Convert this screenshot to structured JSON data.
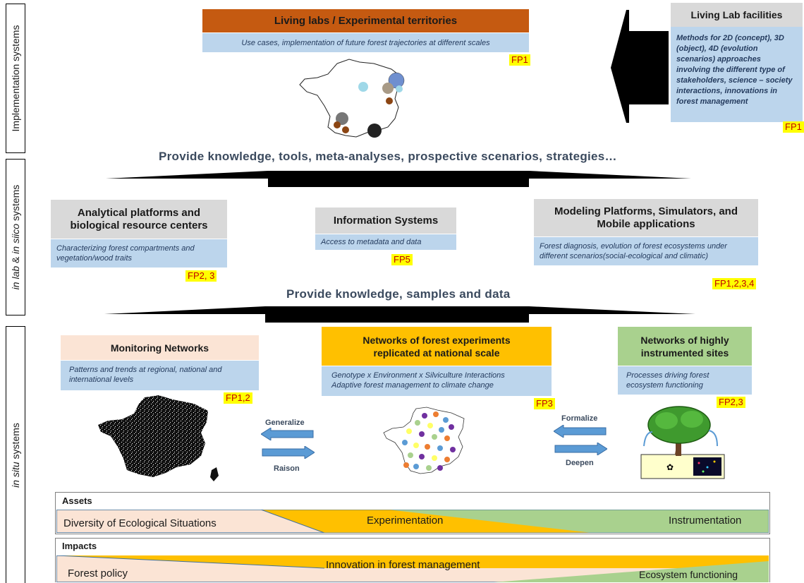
{
  "side_labels": {
    "implementation": "Implementation systems",
    "in_lab_prefix": "in lab",
    "in_lab_mid": " & ",
    "in_silico": "in siico",
    "in_lab_suffix": " systems",
    "in_situ": "in situ",
    "in_situ_suffix": " systems"
  },
  "living_labs": {
    "title": "Living labs / Experimental territories",
    "desc": "Use cases, implementation of future forest trajectories at different scales",
    "fp": "FP1"
  },
  "facilities": {
    "title": "Living Lab facilities",
    "desc": "Methods for 2D (concept), 3D (object), 4D (evolution scenarios) approaches involving the different type of stakeholders, science – society interactions, innovations in forest management",
    "fp": "FP1"
  },
  "banner_top": "Provide knowledge, tools, meta-analyses, prospective scenarios, strategies…",
  "analytical": {
    "title": "Analytical platforms and biological resource centers",
    "desc": "Characterizing forest compartments and vegetation/wood traits",
    "fp": "FP2, 3"
  },
  "information": {
    "title": "Information Systems",
    "desc": "Access to metadata and data",
    "fp": "FP5"
  },
  "modeling": {
    "title": "Modeling Platforms, Simulators, and Mobile applications",
    "desc": "Forest diagnosis, evolution of forest ecosystems under different scenarios(social-ecological and climatic)",
    "fp": "FP1,2,3,4"
  },
  "banner_mid": "Provide knowledge, samples and data",
  "monitoring": {
    "title": "Monitoring Networks",
    "desc": "Patterns and trends at regional, national and international levels",
    "fp": "FP1,2"
  },
  "experiments": {
    "title": "Networks of forest experiments replicated at national scale",
    "desc_line1": "Genotype x Environment x Silviculture Interactions",
    "desc_line2": "Adaptive forest management to climate change",
    "fp": "FP3"
  },
  "instrumented": {
    "title": "Networks of highly instrumented sites",
    "desc": "Processes driving forest ecosystem functioning",
    "fp": "FP2,3"
  },
  "arrows": {
    "generalize": "Generalize",
    "raison": "Raison",
    "formalize": "Formalize",
    "deepen": "Deepen"
  },
  "assets": {
    "title": "Assets",
    "diversity": "Diversity of Ecological Situations",
    "experimentation": "Experimentation",
    "instrumentation": "Instrumentation"
  },
  "impacts": {
    "title": "Impacts",
    "forest_policy": "Forest policy",
    "innovation": "Innovation in forest management",
    "ecosystem": "Ecosystem functioning"
  },
  "colors": {
    "orange_header": "#c55a11",
    "gray_header": "#d9d9d9",
    "desc_blue": "#bcd5ec",
    "peach": "#fbe4d5",
    "gold": "#ffc000",
    "green": "#a9d18e",
    "fp_yellow": "#ffff00",
    "fp_red": "#c00000"
  }
}
